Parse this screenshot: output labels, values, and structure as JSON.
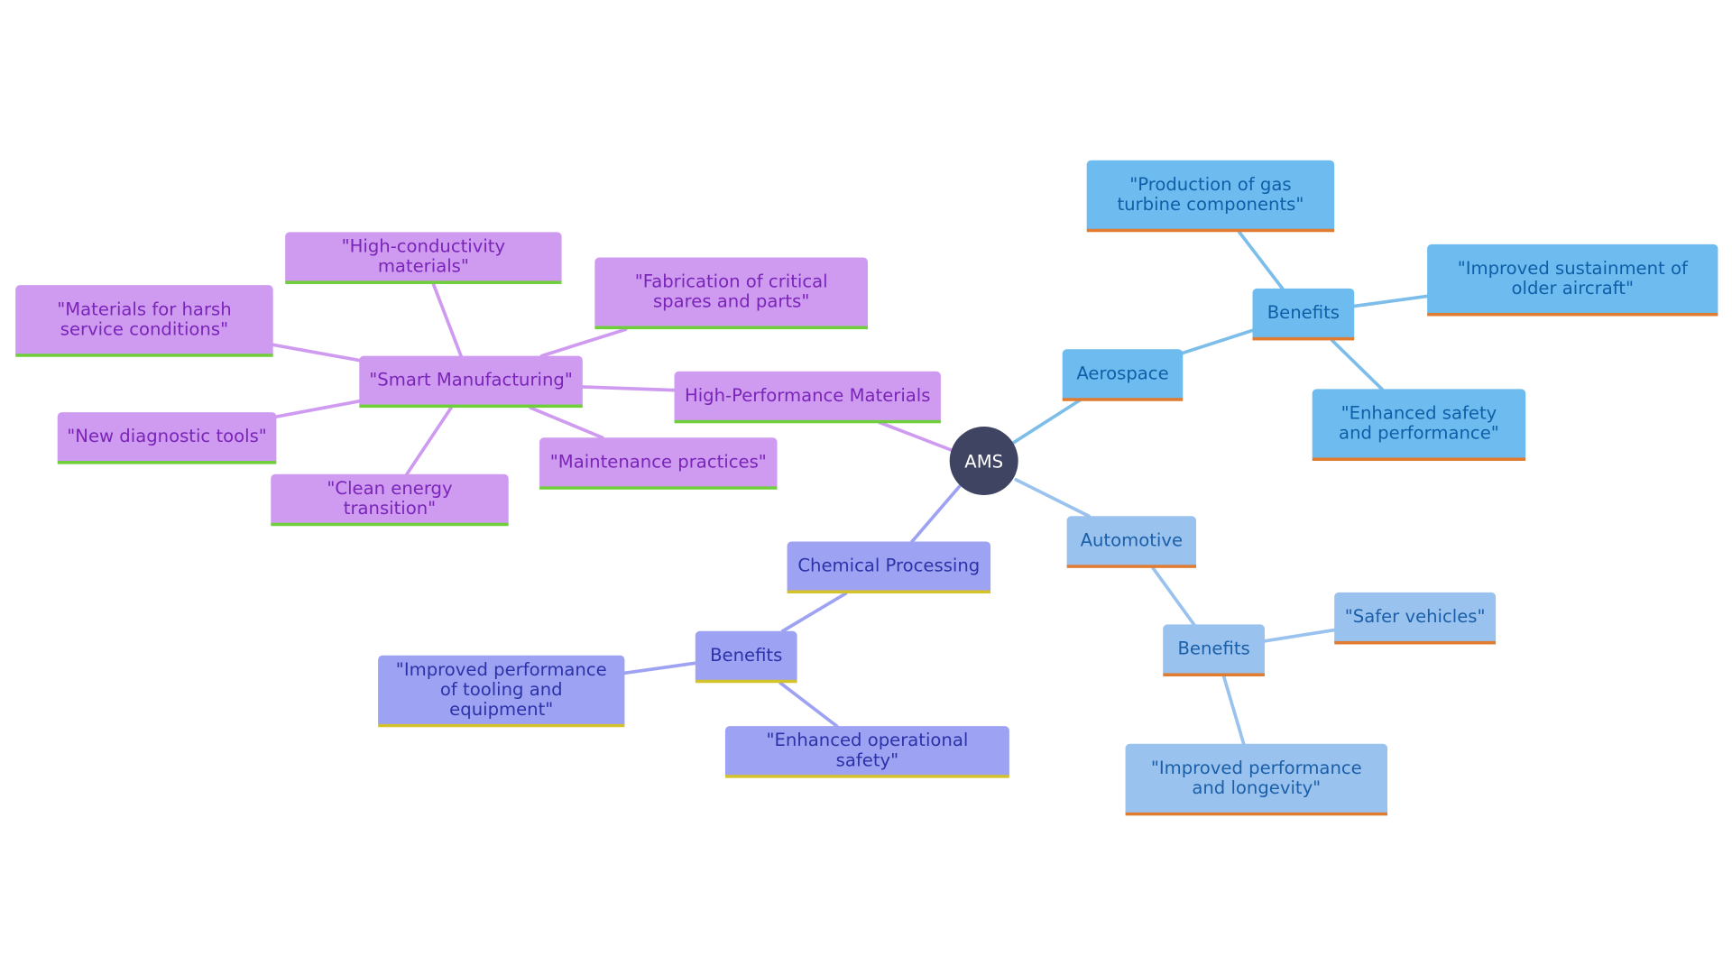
{
  "colors": {
    "root_bg": "#3f4463",
    "root_text": "#ffffff",
    "purple_bg": "#cf9bf1",
    "purple_text": "#7a24b8",
    "purple_edge": "#cf9bf1",
    "purple_border": "#6fcf3a",
    "sky_bg": "#6ebcef",
    "sky_text": "#0f5fa8",
    "sky_edge": "#7dbde9",
    "sky_border": "#e07b2f",
    "lightblue_bg": "#9ac2ef",
    "lightblue_text": "#1a5fa8",
    "lightblue_edge": "#9ac2ef",
    "lightblue_border": "#e07b2f",
    "indigo_bg": "#9da2f2",
    "indigo_text": "#2c33a8",
    "indigo_edge": "#9da2f2",
    "indigo_border": "#d4c22a"
  },
  "root": {
    "label": "AMS"
  },
  "nodes": {
    "high_performance_materials": "High-Performance Materials",
    "smart_manufacturing": "\"Smart Manufacturing\"",
    "high_conductivity": "\"High-conductivity materials\"",
    "fabrication": "\"Fabrication of critical spares and parts\"",
    "harsh_service": "\"Materials for harsh service conditions\"",
    "diagnostic_tools": "\"New diagnostic tools\"",
    "maintenance": "\"Maintenance practices\"",
    "clean_energy": "\"Clean energy transition\"",
    "aerospace": "Aerospace",
    "aero_benefits": "Benefits",
    "gas_turbine": "\"Production of gas turbine components\"",
    "older_aircraft": "\"Improved sustainment of older aircraft\"",
    "aero_safety": "\"Enhanced safety and performance\"",
    "automotive": "Automotive",
    "auto_benefits": "Benefits",
    "safer_vehicles": "\"Safer vehicles\"",
    "longevity": "\"Improved performance and longevity\"",
    "chemical_processing": "Chemical Processing",
    "chem_benefits": "Benefits",
    "tooling": "\"Improved performance of tooling and equipment\"",
    "operational_safety": "\"Enhanced operational safety\""
  }
}
